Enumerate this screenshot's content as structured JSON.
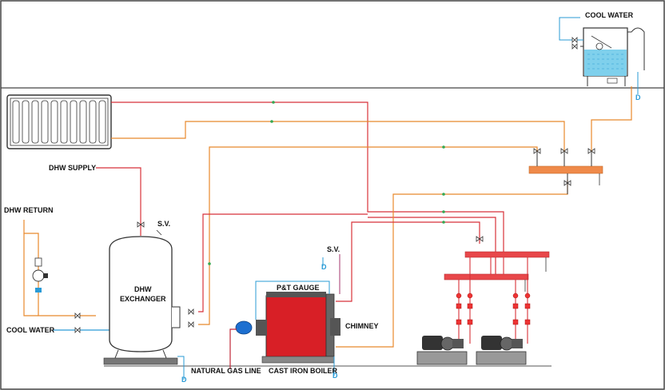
{
  "labels": {
    "cool_water_top": "COOL WATER",
    "dhw_supply": "DHW SUPPLY",
    "dhw_return": "DHW RETURN",
    "sv_exchanger": "S.V.",
    "dhw_exchanger_line1": "DHW",
    "dhw_exchanger_line2": "EXCHANGER",
    "cool_water_left": "COOL WATER",
    "sv_boiler": "S.V.",
    "pt_gauge": "P&T GAUGE",
    "chimney": "CHIMNEY",
    "natural_gas_line": "NATURAL GAS LINE",
    "cast_iron_boiler": "CAST IRON BOILER",
    "drain": "D"
  },
  "colors": {
    "hot_supply": "#d8323a",
    "return_line": "#e8892c",
    "cold_line": "#2a9bd6",
    "gas_line": "#c02838",
    "boiler_body": "#d81f26",
    "header_red": "#e8474a",
    "header_orange": "#ef8a4a",
    "tank_water": "#7fd0ec",
    "outline": "#333333"
  }
}
